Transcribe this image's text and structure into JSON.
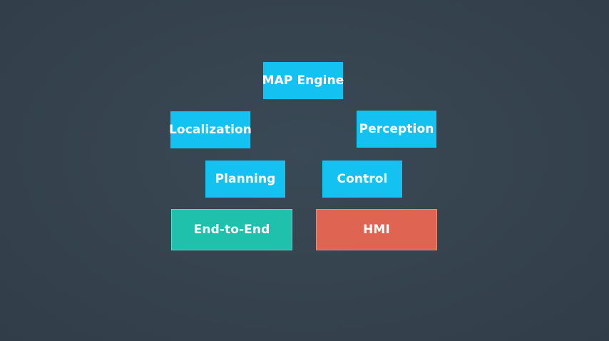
{
  "colors": {
    "background": "#364450",
    "module_blue": "#14c2f2",
    "end_to_end_teal": "#1fc1ad",
    "hmi_red": "#e06452"
  },
  "modules": {
    "map_engine": "MAP Engine",
    "localization": "Localization",
    "perception": "Perception",
    "planning": "Planning",
    "control": "Control",
    "end_to_end": "End-to-End",
    "hmi": "HMI"
  }
}
